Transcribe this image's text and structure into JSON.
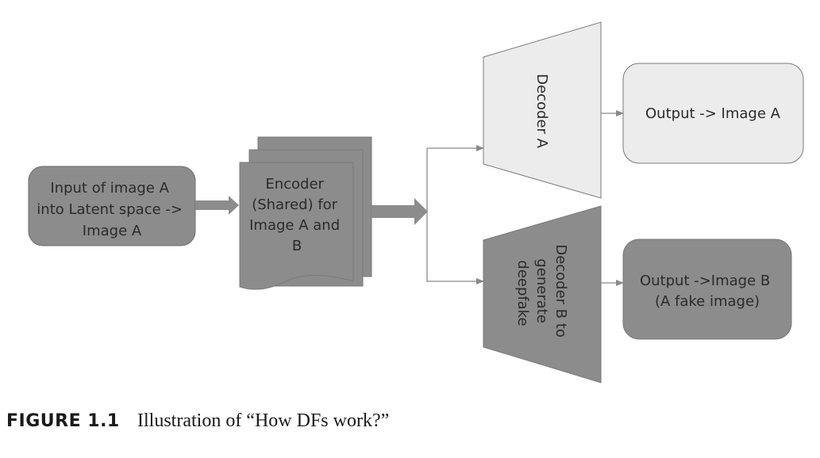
{
  "colors": {
    "dark_fill": "#8c8c8c",
    "light_fill": "#ececec",
    "stroke": "#6e6e6e",
    "connector": "#8a8a8a",
    "text": "#2b2b2b"
  },
  "nodes": {
    "input": {
      "lines": [
        "Input of image A",
        "into Latent space ->",
        "Image A"
      ]
    },
    "encoder": {
      "lines": [
        "Encoder",
        "(Shared) for",
        "Image A and",
        "B"
      ]
    },
    "decoder_a": {
      "lines": [
        "Decoder A"
      ]
    },
    "decoder_b": {
      "lines": [
        "Decoder B to",
        "generate",
        "deepfake"
      ]
    },
    "output_a": {
      "lines": [
        "Output -> Image A"
      ]
    },
    "output_b": {
      "lines": [
        "Output ->Image B",
        "(A fake image)"
      ]
    }
  },
  "caption": {
    "label": "FIGURE 1.1",
    "text": "Illustration of “How DFs work?”"
  }
}
